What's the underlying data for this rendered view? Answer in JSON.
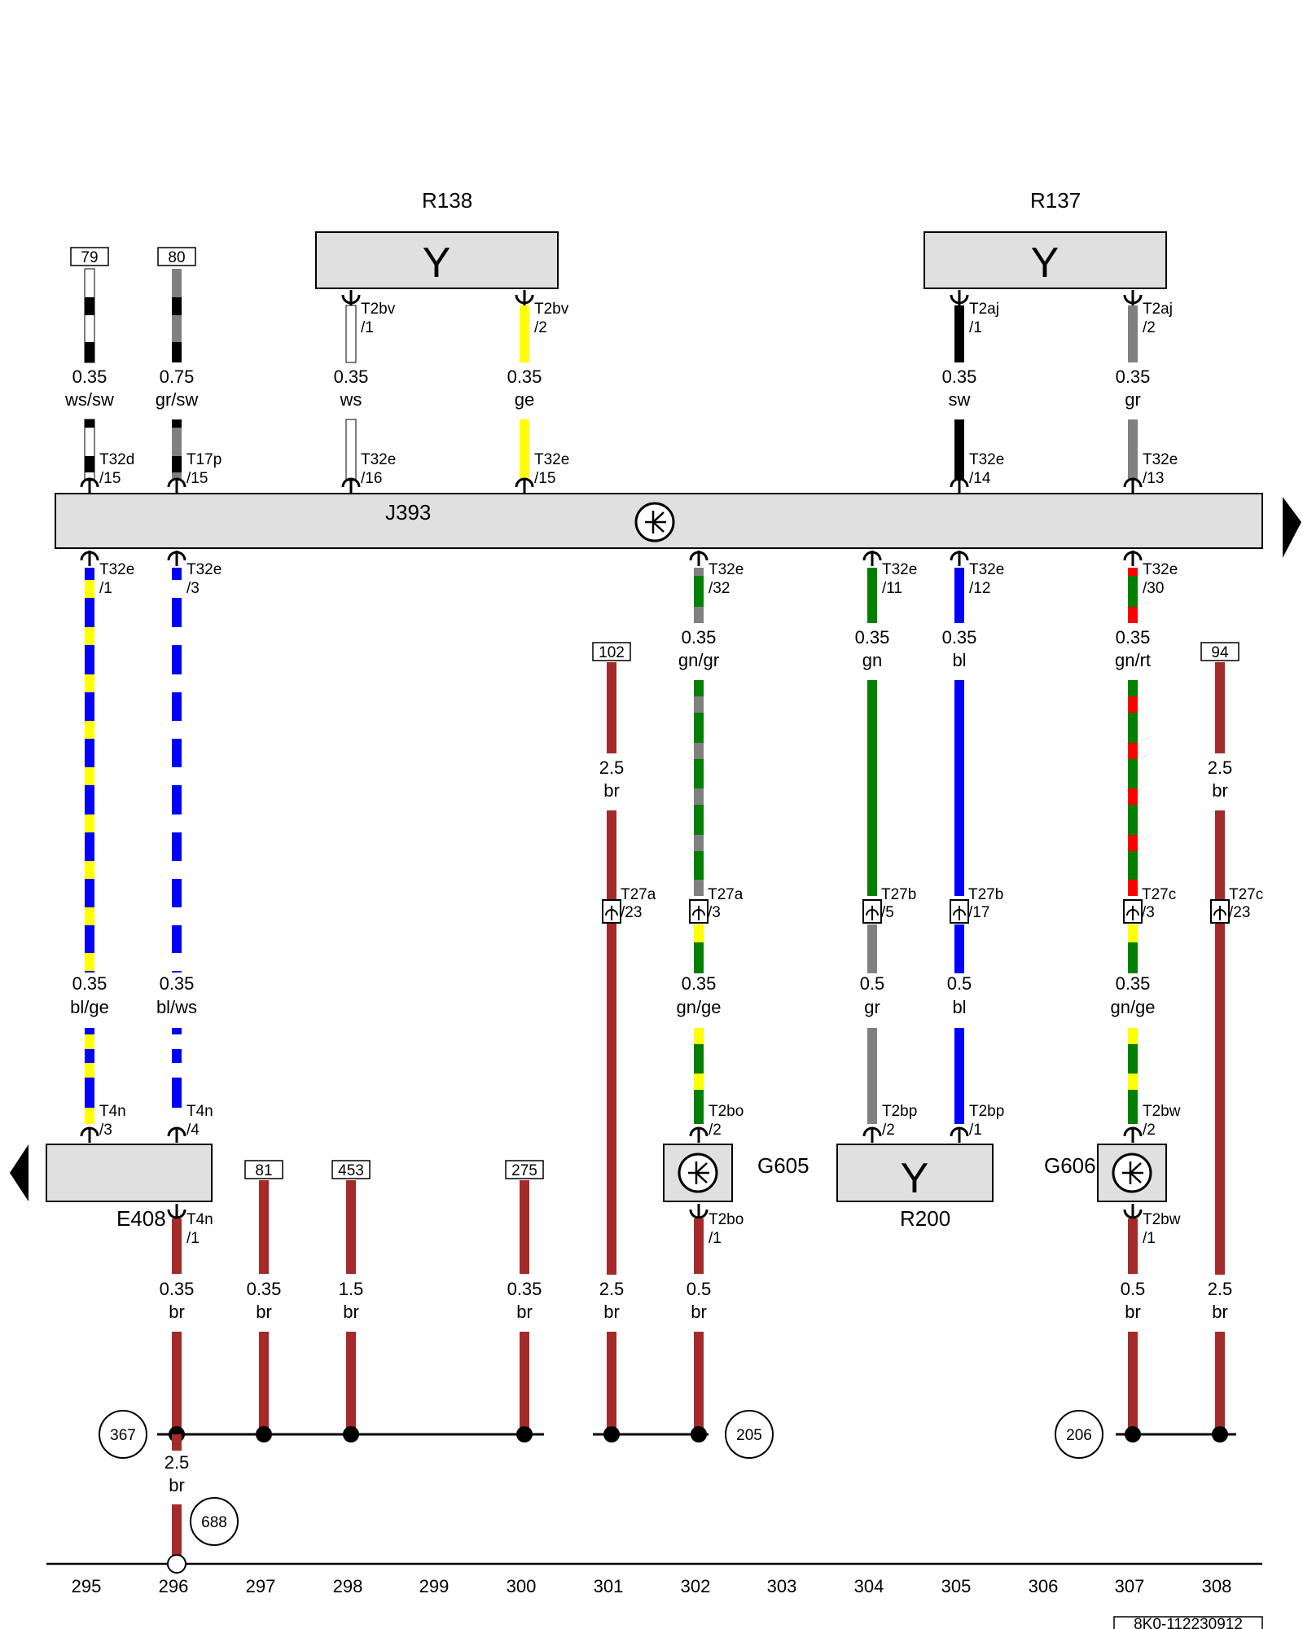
{
  "components": {
    "r138": {
      "label": "R138",
      "symbol": "Y"
    },
    "r137": {
      "label": "R137",
      "symbol": "Y"
    },
    "j393": {
      "label": "J393"
    },
    "e408": {
      "label": "E408"
    },
    "g605": {
      "label": "G605"
    },
    "g606": {
      "label": "G606"
    },
    "r200": {
      "label": "R200",
      "symbol": "Y"
    }
  },
  "top_wires": [
    {
      "ref": "79",
      "size": "0.35",
      "color_code": "ws/sw",
      "conn_bottom": "T32d",
      "pin_bottom": "/15"
    },
    {
      "ref": "80",
      "size": "0.75",
      "color_code": "gr/sw",
      "conn_bottom": "T17p",
      "pin_bottom": "/15"
    },
    {
      "size": "0.35",
      "color_code": "ws",
      "conn_top": "T2bv",
      "pin_top": "/1",
      "conn_bottom": "T32e",
      "pin_bottom": "/16"
    },
    {
      "size": "0.35",
      "color_code": "ge",
      "conn_top": "T2bv",
      "pin_top": "/2",
      "conn_bottom": "T32e",
      "pin_bottom": "/15"
    },
    {
      "size": "0.35",
      "color_code": "sw",
      "conn_top": "T2aj",
      "pin_top": "/1",
      "conn_bottom": "T32e",
      "pin_bottom": "/14"
    },
    {
      "size": "0.35",
      "color_code": "gr",
      "conn_top": "T2aj",
      "pin_top": "/2",
      "conn_bottom": "T32e",
      "pin_bottom": "/13"
    }
  ],
  "lower_wires": [
    {
      "conn_top": "T32e",
      "pin_top": "/1",
      "size": "0.35",
      "color_code": "bl/ge",
      "conn_bottom": "T4n",
      "pin_bottom": "/3"
    },
    {
      "conn_top": "T32e",
      "pin_top": "/3",
      "size": "0.35",
      "color_code": "bl/ws",
      "conn_bottom": "T4n",
      "pin_bottom": "/4"
    },
    {
      "conn_top": "T32e",
      "pin_top": "/32",
      "size1": "0.35",
      "color1": "gn/gr",
      "conn_mid": "T27a",
      "pin_mid": "/3",
      "size2": "0.35",
      "color2": "gn/ge",
      "conn_bottom": "T2bo",
      "pin_bottom": "/2"
    },
    {
      "conn_top": "T32e",
      "pin_top": "/11",
      "size1": "0.35",
      "color1": "gn",
      "conn_mid": "T27b",
      "pin_mid": "/5",
      "size2": "0.5",
      "color2": "gr",
      "conn_bottom": "T2bp",
      "pin_bottom": "/2"
    },
    {
      "conn_top": "T32e",
      "pin_top": "/12",
      "size1": "0.35",
      "color1": "bl",
      "conn_mid": "T27b",
      "pin_mid": "/17",
      "size2": "0.5",
      "color2": "bl",
      "conn_bottom": "T2bp",
      "pin_bottom": "/1"
    },
    {
      "conn_top": "T32e",
      "pin_top": "/30",
      "size1": "0.35",
      "color1": "gn/rt",
      "conn_mid": "T27c",
      "pin_mid": "/3",
      "size2": "0.35",
      "color2": "gn/ge",
      "conn_bottom": "T2bw",
      "pin_bottom": "/2"
    }
  ],
  "power_wires": [
    {
      "ref": "102",
      "size": "2.5",
      "color_code": "br",
      "conn_mid": "T27a",
      "pin_mid": "/23"
    },
    {
      "ref": "94",
      "size": "2.5",
      "color_code": "br",
      "conn_mid": "T27c",
      "pin_mid": "/23"
    }
  ],
  "ground_wires": [
    {
      "conn_top": "T4n",
      "pin_top": "/1",
      "size": "0.35",
      "color_code": "br"
    },
    {
      "ref": "81",
      "size": "0.35",
      "color_code": "br"
    },
    {
      "ref": "453",
      "size": "1.5",
      "color_code": "br"
    },
    {
      "ref": "275",
      "size": "0.35",
      "color_code": "br"
    },
    {
      "size": "2.5",
      "color_code": "br"
    },
    {
      "conn_top": "T2bo",
      "pin_top": "/1",
      "size": "0.5",
      "color_code": "br"
    },
    {
      "conn_top": "T2bw",
      "pin_top": "/1",
      "size": "0.5",
      "color_code": "br"
    },
    {
      "size": "2.5",
      "color_code": "br"
    }
  ],
  "ground_points": {
    "gp1": "367",
    "gp2": "205",
    "gp3": "206",
    "gp4": "688"
  },
  "bottom_wire": {
    "size": "2.5",
    "color_code": "br"
  },
  "grid_numbers": [
    "295",
    "296",
    "297",
    "298",
    "299",
    "300",
    "301",
    "302",
    "303",
    "304",
    "305",
    "306",
    "307",
    "308"
  ],
  "doc_id": "8K0-112230912",
  "colors": {
    "br": "#a52a2a",
    "gn": "#008000",
    "bl": "#0000ff",
    "ge": "#ffff00",
    "gr": "#808080",
    "sw": "#000000",
    "rt": "#ff0000",
    "ws": "#ffffff",
    "box": "#e0e0e0"
  }
}
